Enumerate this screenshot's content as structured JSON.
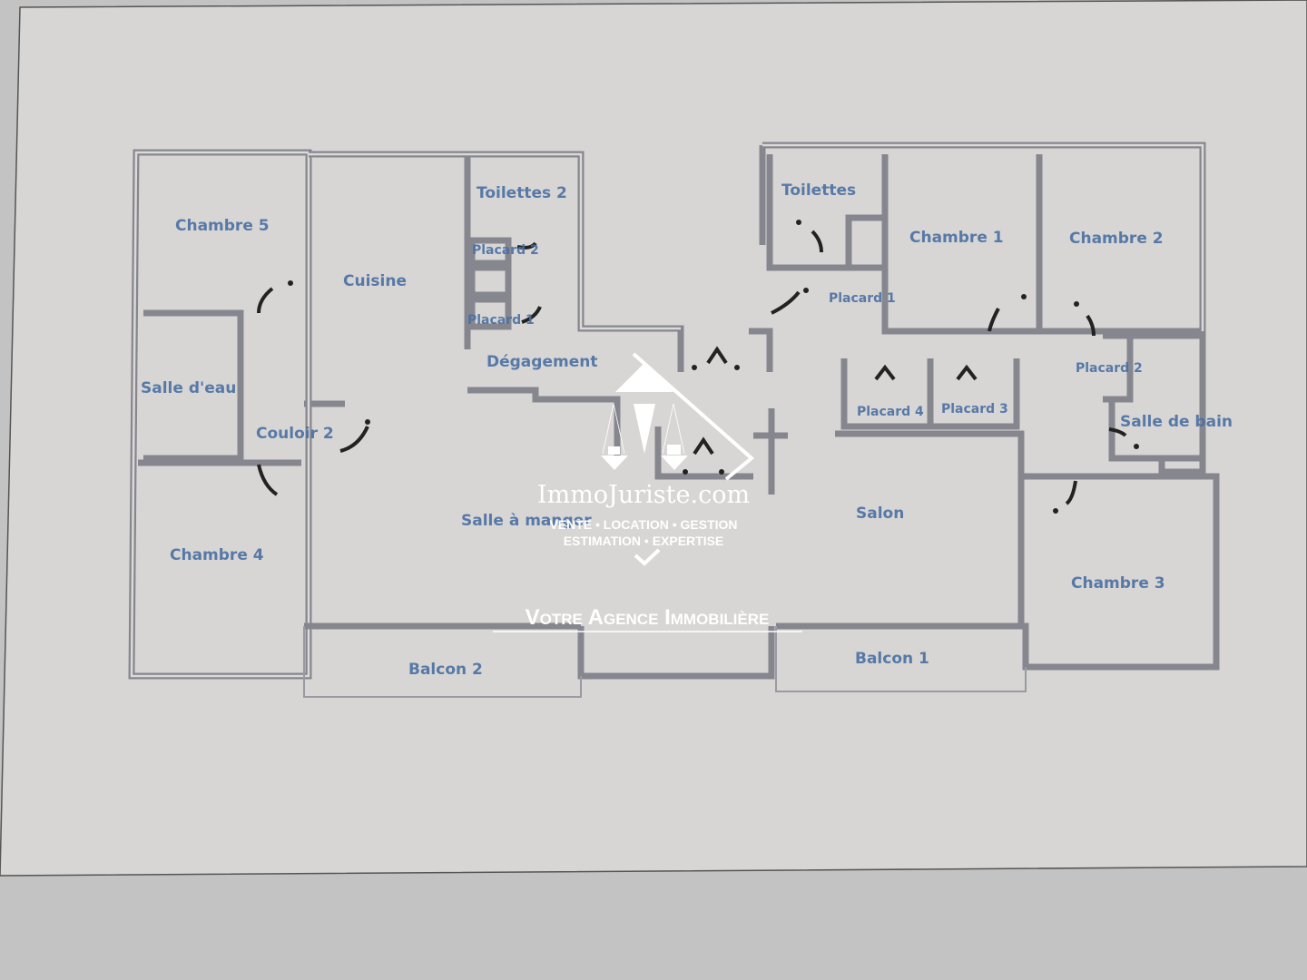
{
  "plan": {
    "rooms": {
      "chambre5": "Chambre 5",
      "cuisine": "Cuisine",
      "toilettes2": "Toilettes 2",
      "placard2_left": "Placard 2",
      "placard1_left": "Placard 1",
      "degagement": "Dégagement",
      "salle_eau": "Salle d'eau",
      "couloir2": "Couloir 2",
      "chambre4": "Chambre 4",
      "salle_manger": "Salle à manger",
      "balcon2": "Balcon 2",
      "toilettes": "Toilettes",
      "chambre1": "Chambre 1",
      "chambre2": "Chambre 2",
      "placard1_right": "Placard 1",
      "placard4": "Placard 4",
      "placard3": "Placard 3",
      "placard2_right": "Placard 2",
      "salle_bain": "Salle de bain",
      "salon": "Salon",
      "chambre3": "Chambre 3",
      "balcon1": "Balcon 1"
    },
    "colors": {
      "paper": "#d8d6d4",
      "wall": "#86868f",
      "label": "#4a6fa3"
    }
  },
  "watermark": {
    "brand": "ImmoJuriste.com",
    "line1": "VENTE • LOCATION • GESTION",
    "line2": "ESTIMATION • EXPERTISE",
    "tagline": "Votre Agence Immobilière"
  }
}
